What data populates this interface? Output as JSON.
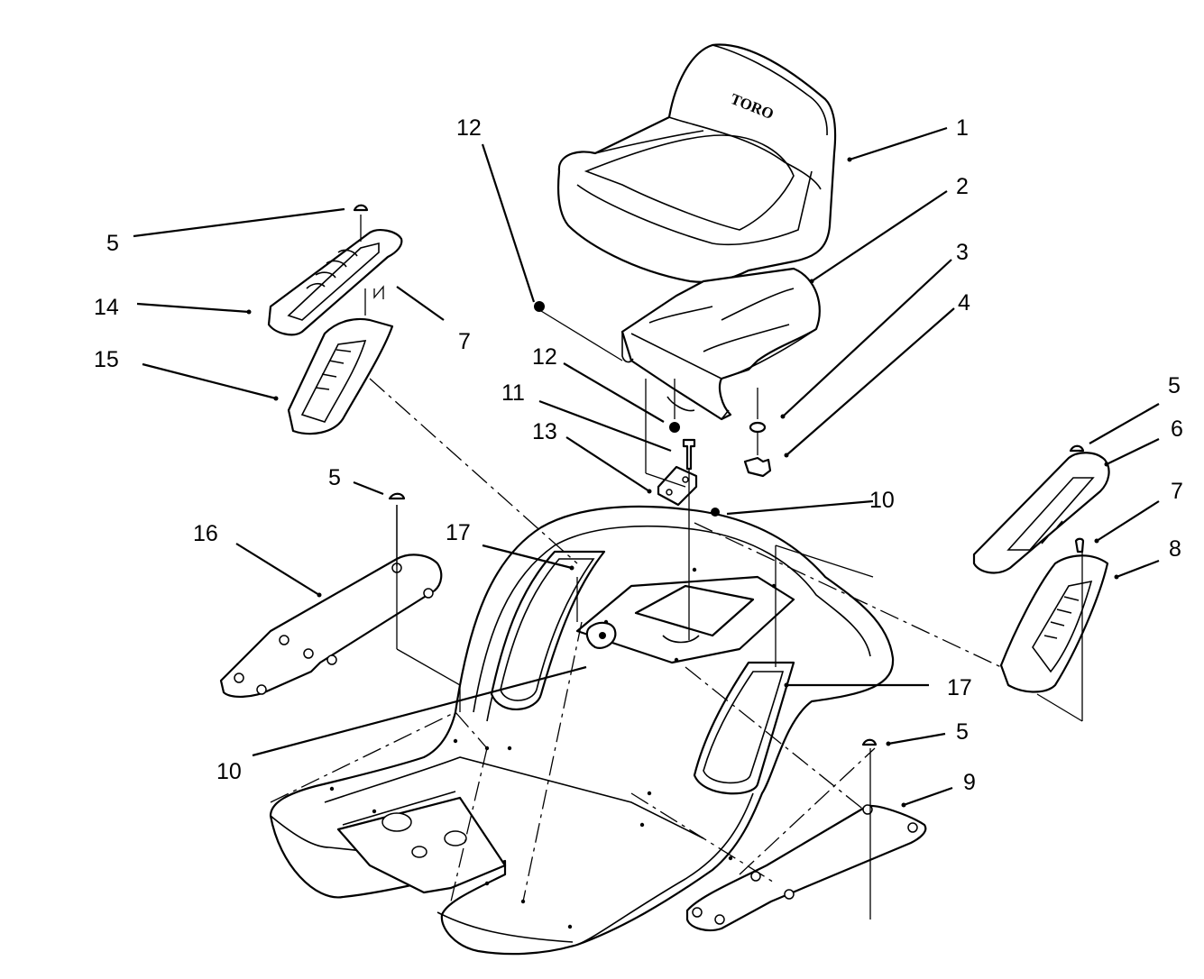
{
  "diagram": {
    "seat_logo": "TORO",
    "callouts": [
      {
        "id": "c1",
        "label": "1"
      },
      {
        "id": "c2",
        "label": "2"
      },
      {
        "id": "c3",
        "label": "3"
      },
      {
        "id": "c4",
        "label": "4"
      },
      {
        "id": "c5a",
        "label": "5"
      },
      {
        "id": "c5b",
        "label": "5"
      },
      {
        "id": "c5c",
        "label": "5"
      },
      {
        "id": "c5d",
        "label": "5"
      },
      {
        "id": "c6",
        "label": "6"
      },
      {
        "id": "c7a",
        "label": "7"
      },
      {
        "id": "c7b",
        "label": "7"
      },
      {
        "id": "c8",
        "label": "8"
      },
      {
        "id": "c9",
        "label": "9"
      },
      {
        "id": "c10a",
        "label": "10"
      },
      {
        "id": "c10b",
        "label": "10"
      },
      {
        "id": "c11",
        "label": "11"
      },
      {
        "id": "c12a",
        "label": "12"
      },
      {
        "id": "c12b",
        "label": "12"
      },
      {
        "id": "c13",
        "label": "13"
      },
      {
        "id": "c14",
        "label": "14"
      },
      {
        "id": "c15",
        "label": "15"
      },
      {
        "id": "c16",
        "label": "16"
      },
      {
        "id": "c17a",
        "label": "17"
      },
      {
        "id": "c17b",
        "label": "17"
      }
    ]
  }
}
